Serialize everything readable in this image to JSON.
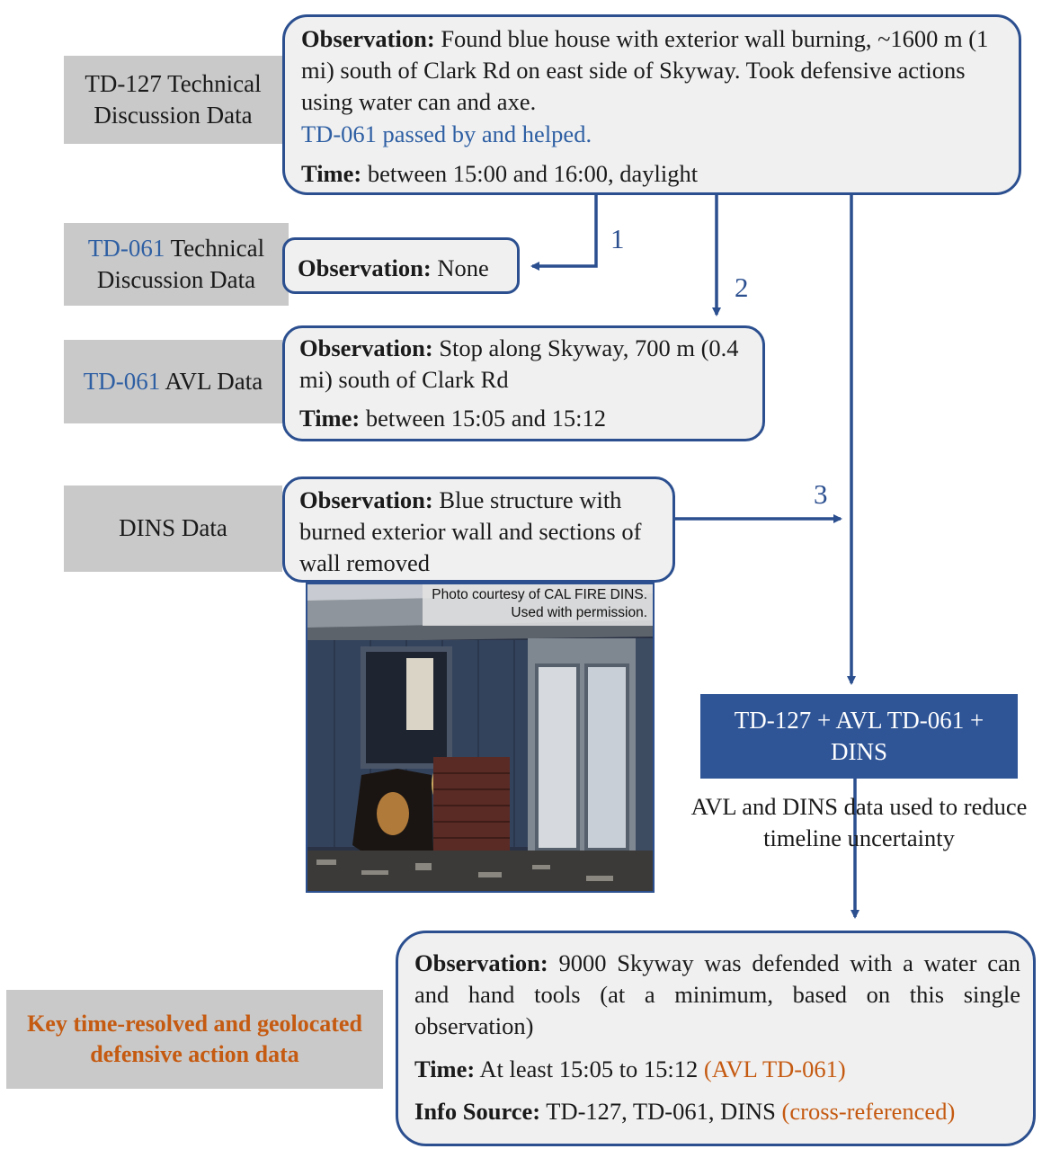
{
  "labels": {
    "td127_tech": "TD-127 Technical Discussion Data",
    "td061_tech_id": "TD-061",
    "td061_tech_rest": " Technical Discussion Data",
    "td061_avl_id": "TD-061",
    "td061_avl_rest": " AVL Data",
    "dins": "DINS Data",
    "key": "Key time-resolved and geolocated defensive action data"
  },
  "obs_td127": {
    "obs_label": "Observation:",
    "obs_text": " Found blue house with exterior wall burning, ~1600 m (1 mi) south of Clark Rd on east side of Skyway. Took defensive actions using water can and axe.",
    "note": "TD-061 passed by and helped.",
    "time_label": "Time:",
    "time_text": " between 15:00 and 16:00, daylight"
  },
  "obs_td061_tech": {
    "obs_label": "Observation:",
    "obs_text": " None"
  },
  "obs_td061_avl": {
    "obs_label": "Observation:",
    "obs_text": " Stop along Skyway, 700 m (0.4 mi) south of Clark Rd",
    "time_label": "Time:",
    "time_text": " between 15:05 and 15:12"
  },
  "obs_dins": {
    "obs_label": "Observation:",
    "obs_text": " Blue structure with burned exterior wall and sections of wall removed"
  },
  "photo": {
    "credit_line1": "Photo courtesy of CAL FIRE DINS.",
    "credit_line2": "Used with permission."
  },
  "arrows": {
    "step1": "1",
    "step2": "2",
    "step3": "3"
  },
  "combined": {
    "label": "TD-127 + AVL TD-061 + DINS",
    "caption": "AVL and DINS data used to reduce timeline uncertainty"
  },
  "result": {
    "obs_label": "Observation:",
    "obs_text": " 9000 Skyway was defended with a water can and hand tools (at a minimum, based on this single observation)",
    "time_label": "Time:",
    "time_text": " At least 15:05 to 15:12 ",
    "time_source": "(AVL TD-061)",
    "info_label": "Info Source:",
    "info_text": " TD-127, TD-061, DINS ",
    "info_note": "(cross-referenced)"
  },
  "colors": {
    "accent_blue": "#2b4f8f",
    "text_blue": "#2e5fa3",
    "orange": "#c55a11",
    "label_gray": "#c9c9c9",
    "box_fill": "#f0f0f0",
    "combined_fill": "#2f5597"
  }
}
